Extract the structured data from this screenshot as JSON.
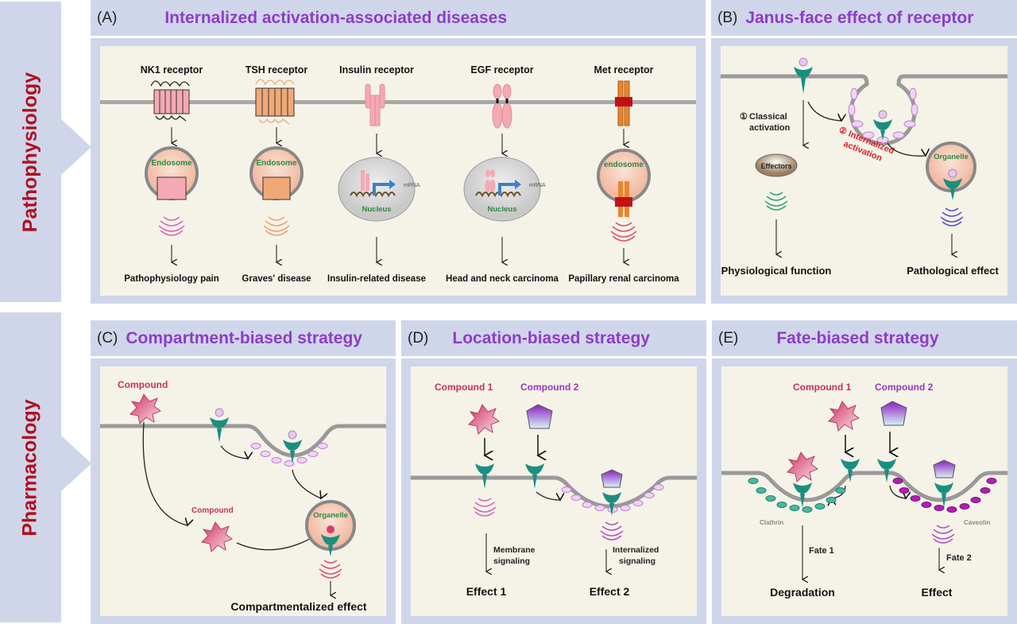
{
  "rows": {
    "top": {
      "label": "Pathophysiology"
    },
    "bottom": {
      "label": "Pharmacology"
    }
  },
  "colors": {
    "panel_bg": "#cfd6ea",
    "inner_bg": "#f5f3e8",
    "title_purple": "#8e3cc7",
    "row_label_red": "#b01020",
    "receptor_teal": "#1a8f80",
    "compound1_red": "#c8305a",
    "compound2_purple": "#9a35c0",
    "organelle_green": "#2a8a40",
    "internalized_red": "#e0202a"
  },
  "panelA": {
    "tag": "(A)",
    "title": "Internalized activation-associated diseases",
    "receptors": [
      {
        "name": "NK1 receptor",
        "compartment": "Endosome",
        "disease": "Pathophysiology pain"
      },
      {
        "name": "TSH receptor",
        "compartment": "Endosome",
        "disease": "Graves' disease"
      },
      {
        "name": "Insulin receptor",
        "compartment": "Nucleus",
        "mrna": "mRNA",
        "disease": "Insulin-related disease"
      },
      {
        "name": "EGF receptor",
        "compartment": "Nucleus",
        "mrna": "mRNA",
        "disease": "Head and neck carcinoma"
      },
      {
        "name": "Met receptor",
        "compartment": "endosome",
        "disease": "Papillary renal carcinoma"
      }
    ]
  },
  "panelB": {
    "tag": "(B)",
    "title": "Janus-face effect of receptor",
    "classical_num": "①",
    "classical_l1": "Classical",
    "classical_l2": "activation",
    "internalized_num": "②",
    "internalized_l1": "Internalized",
    "internalized_l2": "activation",
    "effectors": "Effectors",
    "organelle": "Organelle",
    "left_outcome": "Physiological function",
    "right_outcome": "Pathological effect"
  },
  "panelC": {
    "tag": "(C)",
    "title": "Compartment-biased strategy",
    "compound_top": "Compound",
    "compound_mid": "Compound",
    "organelle": "Organelle",
    "outcome": "Compartmentalized effect"
  },
  "panelD": {
    "tag": "(D)",
    "title": "Location-biased strategy",
    "compound1": "Compound 1",
    "compound2": "Compound 2",
    "signal1_l1": "Membrane",
    "signal1_l2": "signaling",
    "signal2_l1": "Internalized",
    "signal2_l2": "signaling",
    "effect1": "Effect 1",
    "effect2": "Effect 2"
  },
  "panelE": {
    "tag": "(E)",
    "title": "Fate-biased strategy",
    "compound1": "Compound 1",
    "compound2": "Compound 2",
    "clathrin": "Clathrin",
    "caveolin": "Caveolin",
    "fate1": "Fate 1",
    "fate2": "Fate 2",
    "outcome1": "Degradation",
    "outcome2": "Effect"
  }
}
